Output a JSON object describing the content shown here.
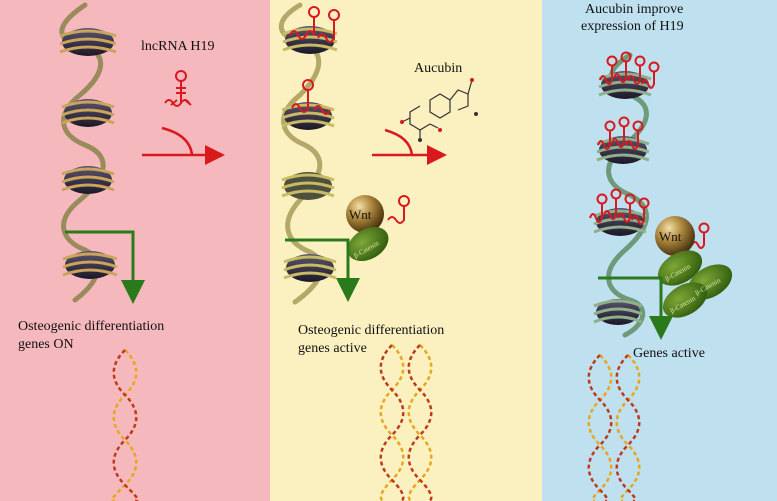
{
  "panels": {
    "left": {
      "bg": "#f5b9bd",
      "label_top": "lncRNA H19",
      "label_bottom_line1": "Osteogenic differentiation",
      "label_bottom_line2": "genes ON"
    },
    "middle": {
      "bg": "#fbf1c0",
      "label_top": "Aucubin",
      "label_bottom_line1": "Osteogenic differentiation",
      "label_bottom_line2": "genes active",
      "wnt": "Wnt",
      "catenin": "β-Catenin"
    },
    "right": {
      "bg": "#bfe0ef",
      "label_top_line1": "Aucubin improve",
      "label_top_line2": "expression of H19",
      "label_bottom": "Genes active",
      "wnt": "Wnt",
      "catenin": "β-Catenin"
    }
  },
  "colors": {
    "chromatin": "#9a8b5c",
    "nucleosome": "#2b2538",
    "rna": "#d9191e",
    "arrow_green": "#2a7a1c",
    "wnt_ball": "#8a6a2c",
    "catenin": "#3d6f14"
  }
}
